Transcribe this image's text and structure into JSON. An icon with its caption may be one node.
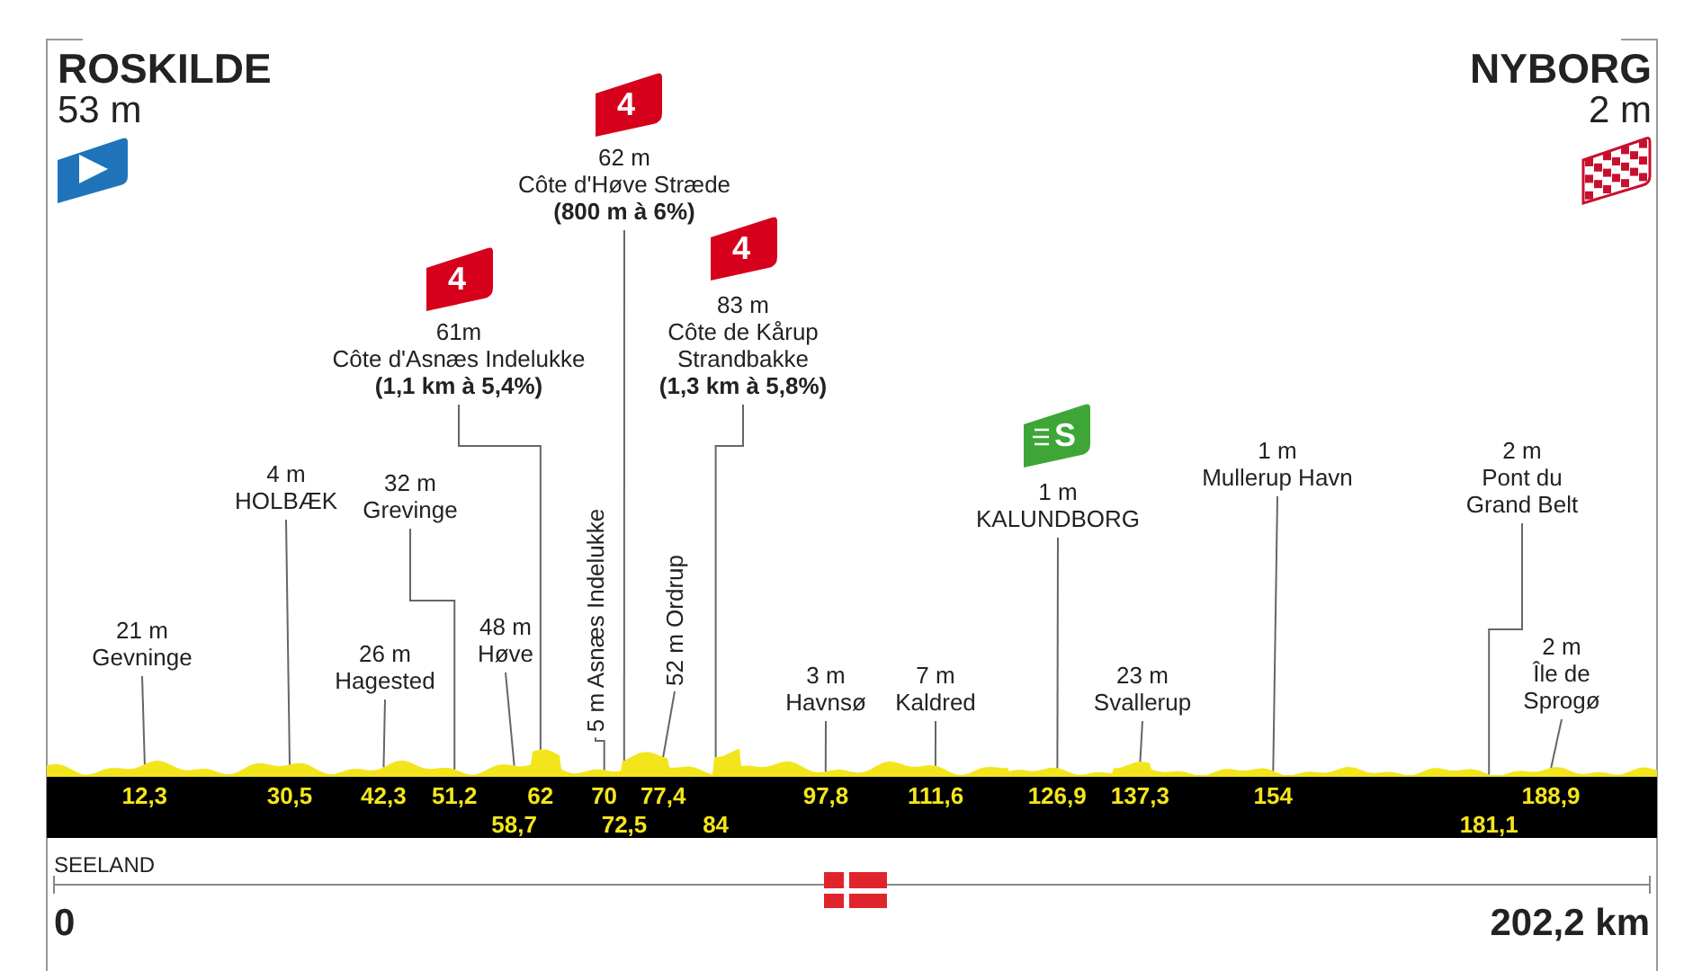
{
  "diagram": {
    "nodes": [
      {
        "text": [
          "ROSKILDE",
          "53 m"
        ]
      },
      {
        "text": [
          "NYBORG",
          "2 m"
        ]
      },
      {
        "text": [
          "4"
        ]
      },
      {
        "text": [
          "62 m",
          "Côte d'Høve Stræde",
          "(800 m à 6%)"
        ]
      },
      {
        "text": [
          "4"
        ]
      },
      {
        "text": [
          "61m",
          "Côte d'Asnæs Indelukke",
          "(1,1 km à 5,4%)"
        ]
      },
      {
        "text": [
          "4"
        ]
      },
      {
        "text": [
          "83 m",
          "Côte de Kårup Strandbakke",
          "(1,3 km à 5,8%)"
        ]
      },
      {
        "text": [
          "S"
        ]
      },
      {
        "text": [
          "1 m",
          "KALUNDBORG"
        ]
      },
      {
        "text": [
          "1 m",
          "Mullerup Havn"
        ]
      },
      {
        "text": [
          "2 m",
          "Pont du Grand Belt"
        ]
      },
      {
        "text": [
          "32 m",
          "Grevinge"
        ]
      },
      {
        "text": [
          "4 m",
          "HOLBÆK"
        ]
      },
      {
        "text": [
          "21 m",
          "Gevninge"
        ]
      },
      {
        "text": [
          "26 m",
          "Hagested"
        ]
      },
      {
        "text": [
          "48 m",
          "Høve"
        ]
      },
      {
        "text": [
          "5 m Asnæs Indelukke"
        ]
      },
      {
        "text": [
          "52 m Ordrup"
        ]
      },
      {
        "text": [
          "3 m",
          "Havnsø"
        ]
      },
      {
        "text": [
          "7 m",
          "Kaldred"
        ]
      },
      {
        "text": [
          "23 m",
          "Svallerup"
        ]
      },
      {
        "text": [
          "2 m",
          "Île de Sprogø"
        ]
      },
      {
        "text": [],
        "shape": "band"
      }
    ],
    "edges": [
      {
        "from": 3,
        "to": 23,
        "arrow": "none"
      },
      {
        "from": 5,
        "to": 23,
        "arrow": "none"
      },
      {
        "from": 7,
        "to": 23,
        "arrow": "none"
      },
      {
        "from": 9,
        "to": 23,
        "arrow": "none"
      },
      {
        "from": 10,
        "to": 23,
        "arrow": "none"
      },
      {
        "from": 11,
        "to": 23,
        "arrow": "none"
      },
      {
        "from": 12,
        "to": 23,
        "arrow": "none"
      },
      {
        "from": 13,
        "to": 23,
        "arrow": "none"
      },
      {
        "from": 14,
        "to": 23,
        "arrow": "none"
      },
      {
        "from": 15,
        "to": 23,
        "arrow": "none"
      },
      {
        "from": 16,
        "to": 23,
        "arrow": "none"
      },
      {
        "from": 17,
        "to": 23,
        "arrow": "none"
      },
      {
        "from": 18,
        "to": 23,
        "arrow": "none"
      },
      {
        "from": 19,
        "to": 23,
        "arrow": "none"
      },
      {
        "from": 20,
        "to": 23,
        "arrow": "none"
      },
      {
        "from": 21,
        "to": 23,
        "arrow": "none"
      },
      {
        "from": 22,
        "to": 23,
        "arrow": "none"
      }
    ],
    "labels": [
      "12,3",
      "30,5",
      "42,3",
      "51,2",
      "62",
      "70",
      "77,4",
      "97,8",
      "111,6",
      "126,9",
      "137,3",
      "154",
      "188,9",
      "58,7",
      "72,5",
      "84",
      "181,1",
      "SEELAND",
      "0",
      "202,2 km"
    ]
  }
}
